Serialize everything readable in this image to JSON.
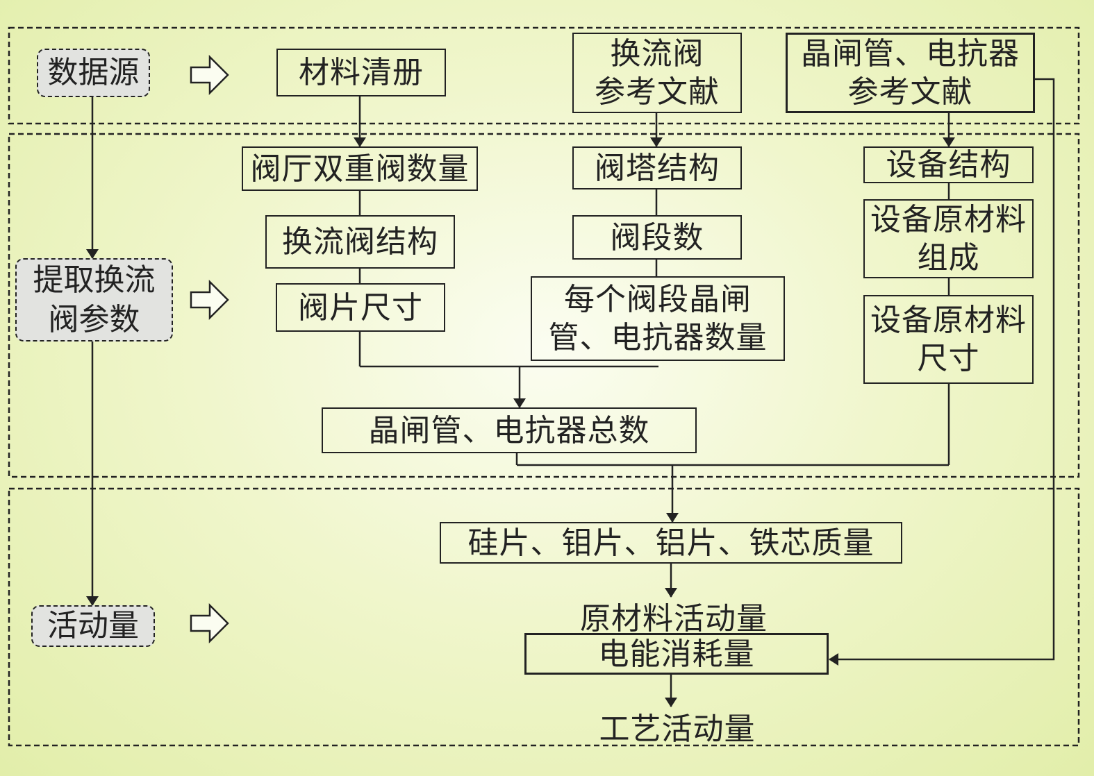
{
  "sources": {
    "label": "数据源",
    "materials_list": "材料清册",
    "converter_ref": "换流阀\n参考文献",
    "thyristor_ref": "晶闸管、电抗器\n参考文献"
  },
  "extract": {
    "label": "提取换流\n阀参数",
    "hall_double_valve_count": "阀厅双重阀数量",
    "converter_valve_structure": "换流阀结构",
    "valve_piece_size": "阀片尺寸",
    "valve_tower_structure": "阀塔结构",
    "valve_segment_count": "阀段数",
    "per_segment_count": "每个阀段晶闸\n管、电抗器数量",
    "equipment_structure": "设备结构",
    "equipment_material_composition": "设备原材料\n组成",
    "equipment_material_size": "设备原材料\n尺寸",
    "total_count": "晶闸管、电抗器总数"
  },
  "activity": {
    "label": "活动量",
    "mass": "硅片、钼片、铝片、铁芯质量",
    "raw_material_activity": "原材料活动量",
    "energy_consumption": "电能消耗量",
    "process_activity": "工艺活动量"
  }
}
